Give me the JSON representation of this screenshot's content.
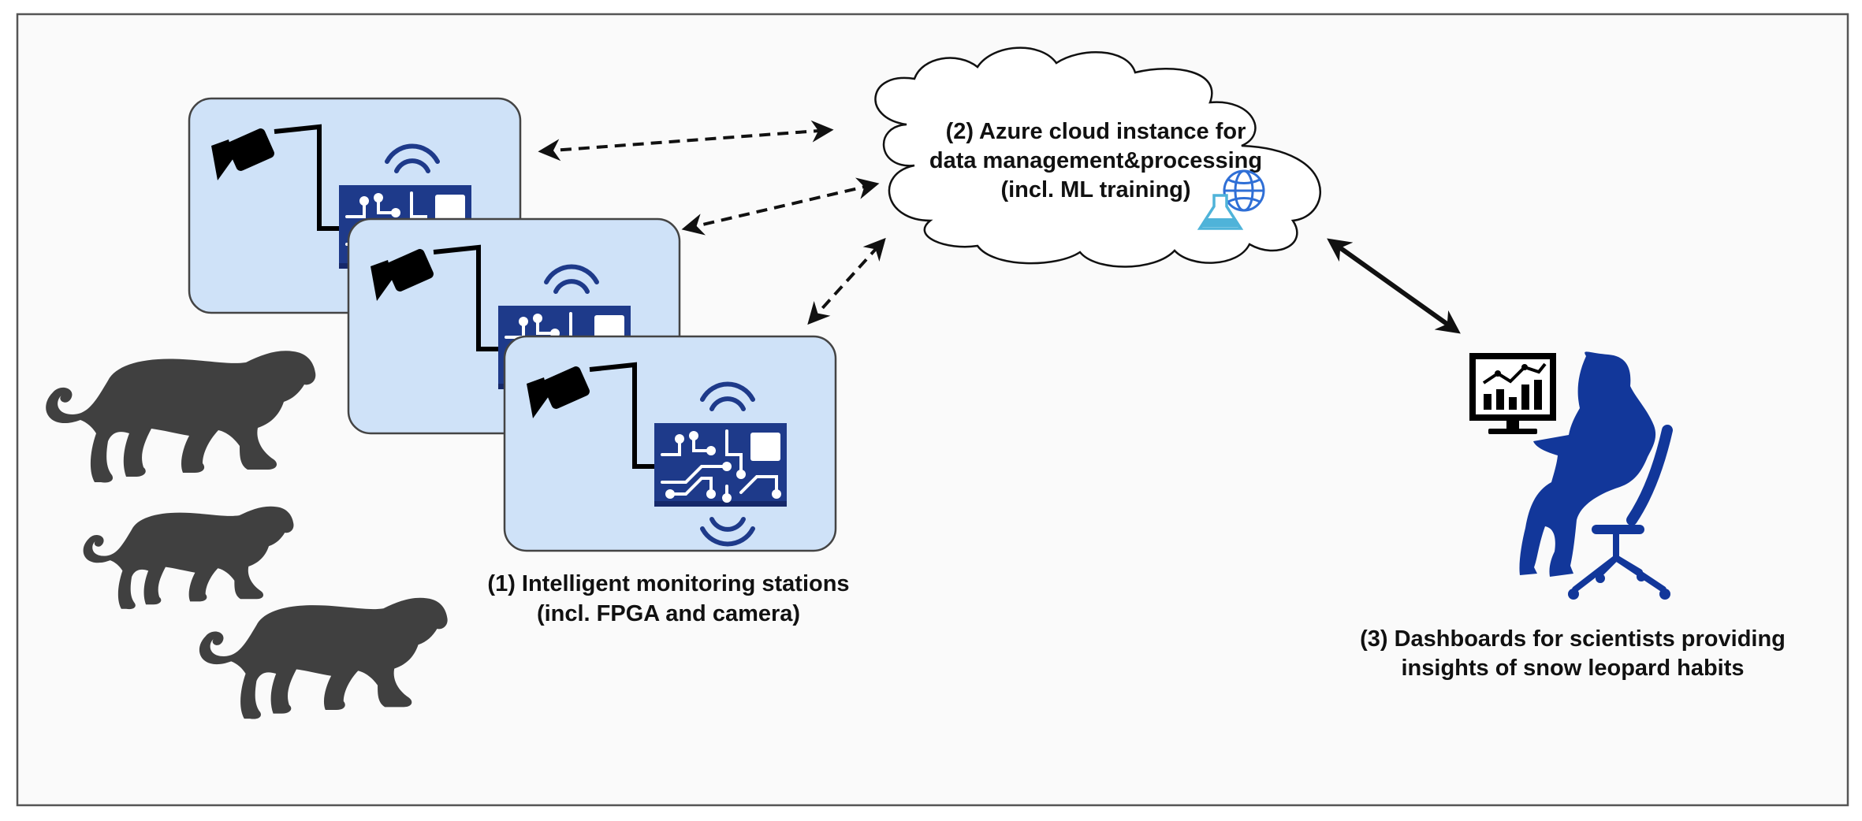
{
  "colors": {
    "frame_border": "#555555",
    "background": "#fafafa",
    "station_fill": "#cfe2f8",
    "station_border": "#444444",
    "fpga_blue": "#1e3a8a",
    "scientist_blue": "#12379a",
    "leopard_gray": "#404040",
    "arrow": "#111111",
    "globe_blue": "#2f6fd6",
    "flask_cyan": "#4fb3d9"
  },
  "monitoring_stations": {
    "caption_line1": "(1) Intelligent monitoring stations",
    "caption_line2": "(incl. FPGA and camera)",
    "count": 3,
    "icons": [
      "camera-icon",
      "fpga-board-icon",
      "wireless-signal-icon"
    ]
  },
  "cloud": {
    "line1": "(2) Azure cloud instance for",
    "line2": "data management&processing",
    "line3": "(incl. ML training)",
    "icons": [
      "globe-icon",
      "flask-icon"
    ]
  },
  "dashboard": {
    "caption_line1": "(3) Dashboards for scientists providing",
    "caption_line2": "insights of snow leopard habits",
    "icons": [
      "monitor-chart-icon",
      "scientist-silhouette-icon",
      "office-chair-icon"
    ]
  },
  "leopards": {
    "count": 3,
    "icon": "snow-leopard-silhouette-icon"
  },
  "connections": [
    {
      "from": "station-1",
      "to": "cloud",
      "style": "dashed",
      "direction": "bidirectional"
    },
    {
      "from": "station-2",
      "to": "cloud",
      "style": "dashed",
      "direction": "bidirectional"
    },
    {
      "from": "station-3",
      "to": "cloud",
      "style": "dashed",
      "direction": "bidirectional"
    },
    {
      "from": "cloud",
      "to": "dashboard",
      "style": "solid",
      "direction": "bidirectional"
    }
  ]
}
